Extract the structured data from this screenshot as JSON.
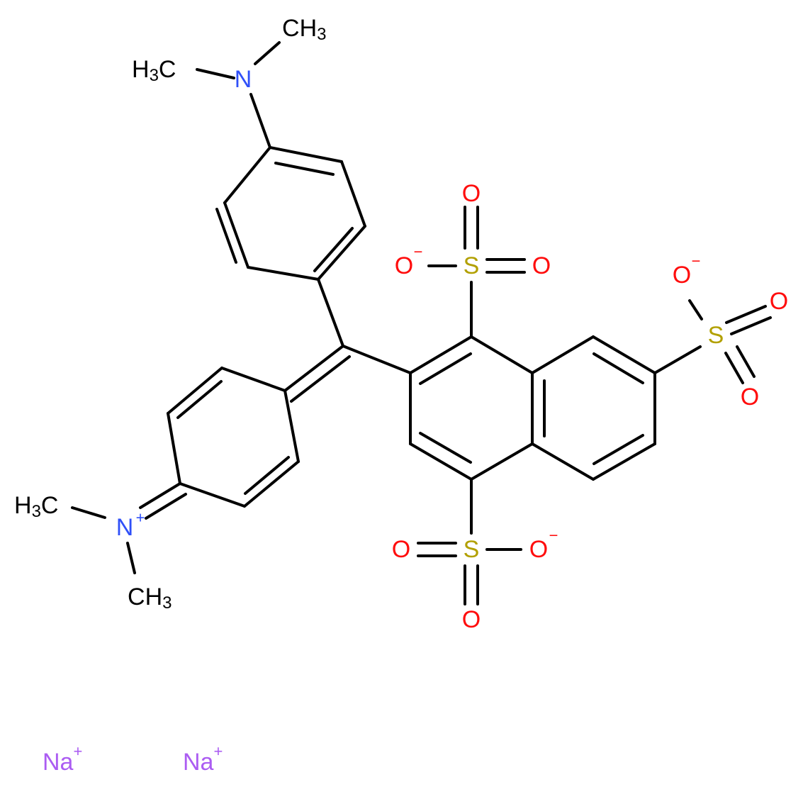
{
  "molecule": {
    "atoms": {
      "n_top": "N",
      "n_left": "N",
      "n_left_charge": "+",
      "s1": "S",
      "s2": "S",
      "s3": "S",
      "o_s1_minus": "O",
      "o_s1_a": "O",
      "o_s1_b": "O",
      "o_s2_minus": "O",
      "o_s2_a": "O",
      "o_s2_b": "O",
      "o_s3_minus": "O",
      "o_s3_a": "O",
      "o_s3_b": "O",
      "minus_sign": "−"
    },
    "methyls": {
      "c_label": "C",
      "h_label": "H",
      "sub3": "3"
    },
    "counterions": [
      {
        "symbol": "Na",
        "charge": "+"
      },
      {
        "symbol": "Na",
        "charge": "+"
      }
    ],
    "colors": {
      "bond": "#000000",
      "nitrogen": "#3050F8",
      "oxygen": "#FF0D0D",
      "sulfur": "#B2A000",
      "sodium": "#AB5CF2",
      "carbon_text": "#000000"
    }
  }
}
